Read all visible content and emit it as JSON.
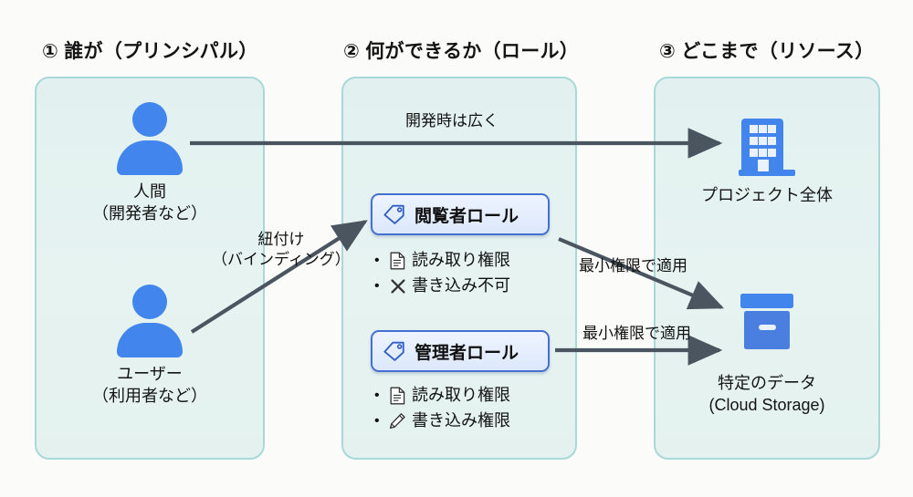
{
  "diagram": {
    "title_columns": [
      {
        "id": "principal",
        "header": "① 誰が（プリンシパル）"
      },
      {
        "id": "role",
        "header": "② 何ができるか（ロール）"
      },
      {
        "id": "resource",
        "header": "③ どこまで（リソース）"
      }
    ],
    "principals": [
      {
        "icon": "person-icon",
        "name": "人間",
        "sub": "（開発者など）"
      },
      {
        "icon": "person-icon",
        "name": "ユーザー",
        "sub": "（利用者など）"
      }
    ],
    "roles": [
      {
        "icon": "tag-icon",
        "label": "閲覧者ロール",
        "permissions": [
          {
            "glyph": "document-icon",
            "text": "読み取り権限"
          },
          {
            "glyph": "cross-icon",
            "text": "書き込み不可"
          }
        ]
      },
      {
        "icon": "tag-icon",
        "label": "管理者ロール",
        "permissions": [
          {
            "glyph": "document-icon",
            "text": "読み取り権限"
          },
          {
            "glyph": "pencil-icon",
            "text": "書き込み権限"
          }
        ]
      }
    ],
    "resources": [
      {
        "icon": "building-icon",
        "name": "プロジェクト全体",
        "sub": ""
      },
      {
        "icon": "box-icon",
        "name": "特定のデータ",
        "sub": "(Cloud Storage)"
      }
    ],
    "connections": [
      {
        "id": "human-to-project",
        "label": "開発時は広く"
      },
      {
        "id": "user-to-viewer-role",
        "label_line1": "紐付け",
        "label_line2": "（バインディング）"
      },
      {
        "id": "viewer-to-bucket",
        "label": "最小権限で適用"
      },
      {
        "id": "admin-to-bucket",
        "label": "最小権限で適用"
      }
    ],
    "colors": {
      "background": "#fbfbf9",
      "panel_fill": "#e4f1ef",
      "panel_border": "#a8d8d8",
      "icon_blue": "#4285ec",
      "role_border": "#456fd0",
      "arrow": "#4a5560",
      "text": "#141414"
    }
  }
}
